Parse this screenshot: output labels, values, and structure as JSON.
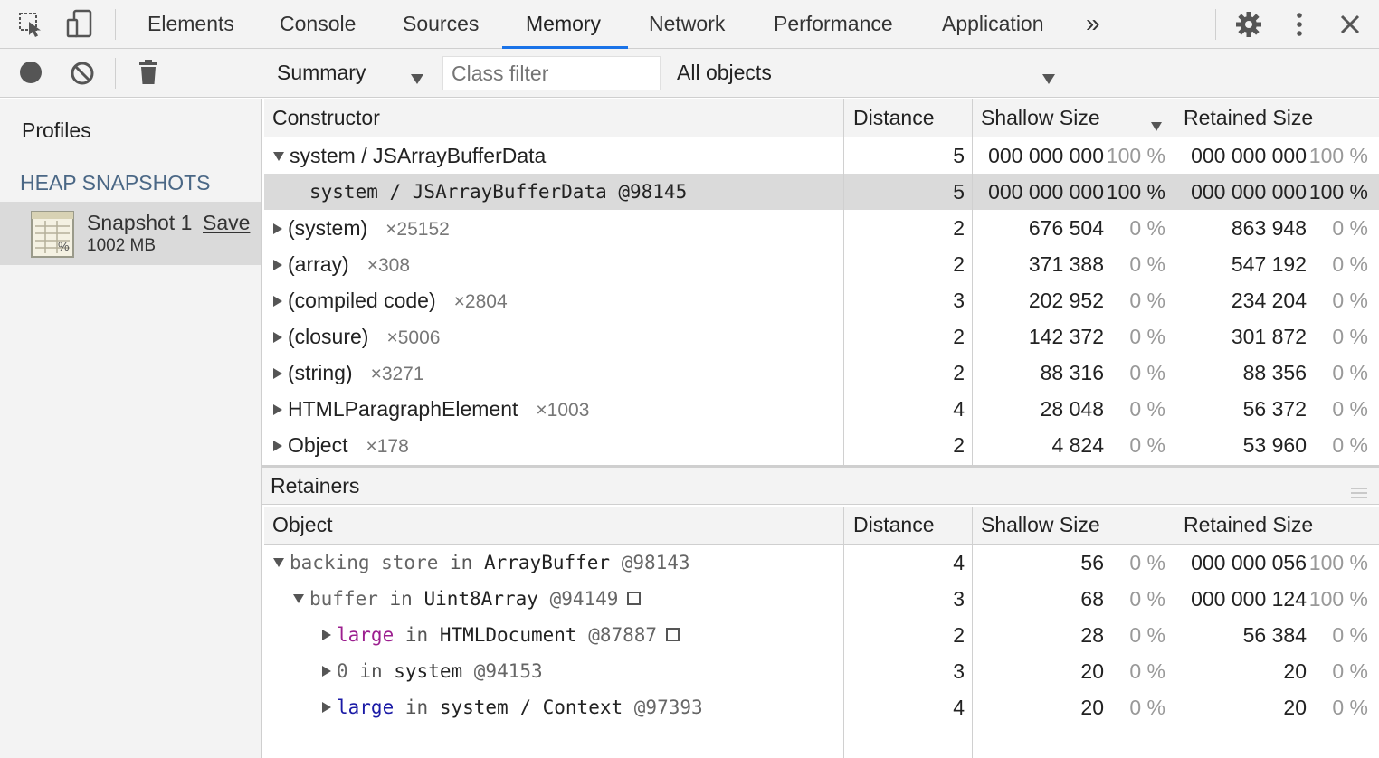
{
  "tabs": {
    "items": [
      "Elements",
      "Console",
      "Sources",
      "Memory",
      "Network",
      "Performance",
      "Application"
    ],
    "active": "Memory",
    "more": "»"
  },
  "toolbar": {
    "view_select": "Summary",
    "class_filter_placeholder": "Class filter",
    "objects_select": "All objects"
  },
  "sidebar": {
    "profiles_label": "Profiles",
    "section_title": "HEAP SNAPSHOTS",
    "snapshot": {
      "name": "Snapshot 1",
      "save_label": "Save",
      "size": "1002 MB"
    }
  },
  "constructor_table": {
    "headers": {
      "constructor": "Constructor",
      "distance": "Distance",
      "shallow": "Shallow Size",
      "retained": "Retained Size"
    },
    "rows": [
      {
        "expanded": true,
        "name": "system / JSArrayBufferData",
        "count": "",
        "distance": "5",
        "shallow": "000 000 000",
        "shallow_pct": "100 %",
        "retained": "000 000 000",
        "retained_pct": "100 %",
        "selected": false,
        "child": false
      },
      {
        "expanded": false,
        "name": "system / JSArrayBufferData @98145",
        "count": "",
        "distance": "5",
        "shallow": "000 000 000",
        "shallow_pct": "100 %",
        "retained": "000 000 000",
        "retained_pct": "100 %",
        "selected": true,
        "child": true
      },
      {
        "expanded": false,
        "name": "(system)",
        "count": "×25152",
        "distance": "2",
        "shallow": "676 504",
        "shallow_pct": "0 %",
        "retained": "863 948",
        "retained_pct": "0 %",
        "selected": false,
        "child": false
      },
      {
        "expanded": false,
        "name": "(array)",
        "count": "×308",
        "distance": "2",
        "shallow": "371 388",
        "shallow_pct": "0 %",
        "retained": "547 192",
        "retained_pct": "0 %",
        "selected": false,
        "child": false
      },
      {
        "expanded": false,
        "name": "(compiled code)",
        "count": "×2804",
        "distance": "3",
        "shallow": "202 952",
        "shallow_pct": "0 %",
        "retained": "234 204",
        "retained_pct": "0 %",
        "selected": false,
        "child": false
      },
      {
        "expanded": false,
        "name": "(closure)",
        "count": "×5006",
        "distance": "2",
        "shallow": "142 372",
        "shallow_pct": "0 %",
        "retained": "301 872",
        "retained_pct": "0 %",
        "selected": false,
        "child": false
      },
      {
        "expanded": false,
        "name": "(string)",
        "count": "×3271",
        "distance": "2",
        "shallow": "88 316",
        "shallow_pct": "0 %",
        "retained": "88 356",
        "retained_pct": "0 %",
        "selected": false,
        "child": false
      },
      {
        "expanded": false,
        "name": "HTMLParagraphElement",
        "count": "×1003",
        "distance": "4",
        "shallow": "28 048",
        "shallow_pct": "0 %",
        "retained": "56 372",
        "retained_pct": "0 %",
        "selected": false,
        "child": false
      },
      {
        "expanded": false,
        "name": "Object",
        "count": "×178",
        "distance": "2",
        "shallow": "4 824",
        "shallow_pct": "0 %",
        "retained": "53 960",
        "retained_pct": "0 %",
        "selected": false,
        "child": false
      }
    ]
  },
  "retainers": {
    "title": "Retainers",
    "headers": {
      "object": "Object",
      "distance": "Distance",
      "shallow": "Shallow Size",
      "retained": "Retained Size"
    },
    "rows": [
      {
        "level": 0,
        "expanded": true,
        "prop": "backing_store",
        "prop_color": "default",
        "in": "in",
        "target": "ArrayBuffer",
        "id": "@98143",
        "box": false,
        "distance": "4",
        "shallow": "56",
        "shallow_pct": "0 %",
        "retained": "000 000 056",
        "retained_pct": "100 %"
      },
      {
        "level": 1,
        "expanded": true,
        "prop": "buffer",
        "prop_color": "default",
        "in": "in",
        "target": "Uint8Array",
        "id": "@94149",
        "box": true,
        "distance": "3",
        "shallow": "68",
        "shallow_pct": "0 %",
        "retained": "000 000 124",
        "retained_pct": "100 %"
      },
      {
        "level": 2,
        "expanded": false,
        "prop": "large",
        "prop_color": "purple",
        "in": "in",
        "target": "HTMLDocument",
        "id": "@87887",
        "box": true,
        "distance": "2",
        "shallow": "28",
        "shallow_pct": "0 %",
        "retained": "56 384",
        "retained_pct": "0 %"
      },
      {
        "level": 2,
        "expanded": false,
        "prop": "0",
        "prop_color": "default",
        "in": "in",
        "target": "system",
        "id": "@94153",
        "box": false,
        "distance": "3",
        "shallow": "20",
        "shallow_pct": "0 %",
        "retained": "20",
        "retained_pct": "0 %"
      },
      {
        "level": 2,
        "expanded": false,
        "prop": "large",
        "prop_color": "blue",
        "in": "in",
        "target": "system / Context",
        "id": "@97393",
        "box": false,
        "distance": "4",
        "shallow": "20",
        "shallow_pct": "0 %",
        "retained": "20",
        "retained_pct": "0 %"
      }
    ]
  },
  "icons": [
    "inspect-element-icon",
    "device-toolbar-icon",
    "more-tabs-icon",
    "settings-gear-icon",
    "kebab-menu-icon",
    "close-icon",
    "record-icon",
    "clear-icon",
    "trash-icon",
    "dropdown-arrow-icon",
    "snapshot-file-icon",
    "sort-arrow-icon",
    "drag-handle-icon"
  ],
  "colors": {
    "active_tab_underline": "#1a73e8",
    "selected_row": "#dadada",
    "panel_bg": "#f3f3f3",
    "section_title": "#4a6785"
  }
}
